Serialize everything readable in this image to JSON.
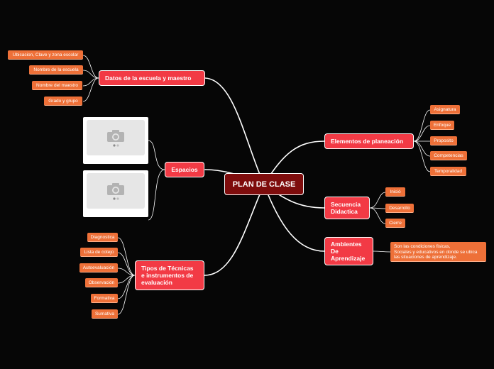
{
  "root": {
    "label": "PLAN DE CLASE"
  },
  "colors": {
    "background": "#060606",
    "root": "#7e0c0c",
    "main": "#f23a45",
    "leaf": "#ee7038",
    "connector": "#ffffff"
  },
  "branches": {
    "datos": {
      "label": "Datos de la escuela y maestro",
      "leaves": [
        "Ubicacion, Clave y zona escolar",
        "Nombre de la escuela",
        "Nombre del maestro",
        "Grado y grupo"
      ]
    },
    "espacios": {
      "label": "Espacios",
      "images": [
        "camera-icon",
        "camera-icon"
      ]
    },
    "tipos": {
      "label": "Tipos de Técnicas\ne instrumentos de\n evaluación",
      "leaves": [
        "Diagnostica",
        "Lista de cotejo",
        "Autoevaluación",
        "Observación",
        "Formativa",
        "Sumativa"
      ]
    },
    "elementos": {
      "label": "Elementos de planeación",
      "leaves": [
        "Asignatura",
        "Enfoque",
        "Proposito",
        "Competencias",
        "Temporalidad"
      ]
    },
    "secuencia": {
      "label": "Secuencia\nDidactica",
      "leaves": [
        "Inició",
        "Desarrollo",
        "Cierre"
      ]
    },
    "ambientes": {
      "label": "Ambientes\n        De\nAprendizaje",
      "leaves": [
        "Son las condiciones fisicas,\nSociales y educativos en donde se ubica\nlas situaciones de aprendizaje."
      ]
    }
  }
}
